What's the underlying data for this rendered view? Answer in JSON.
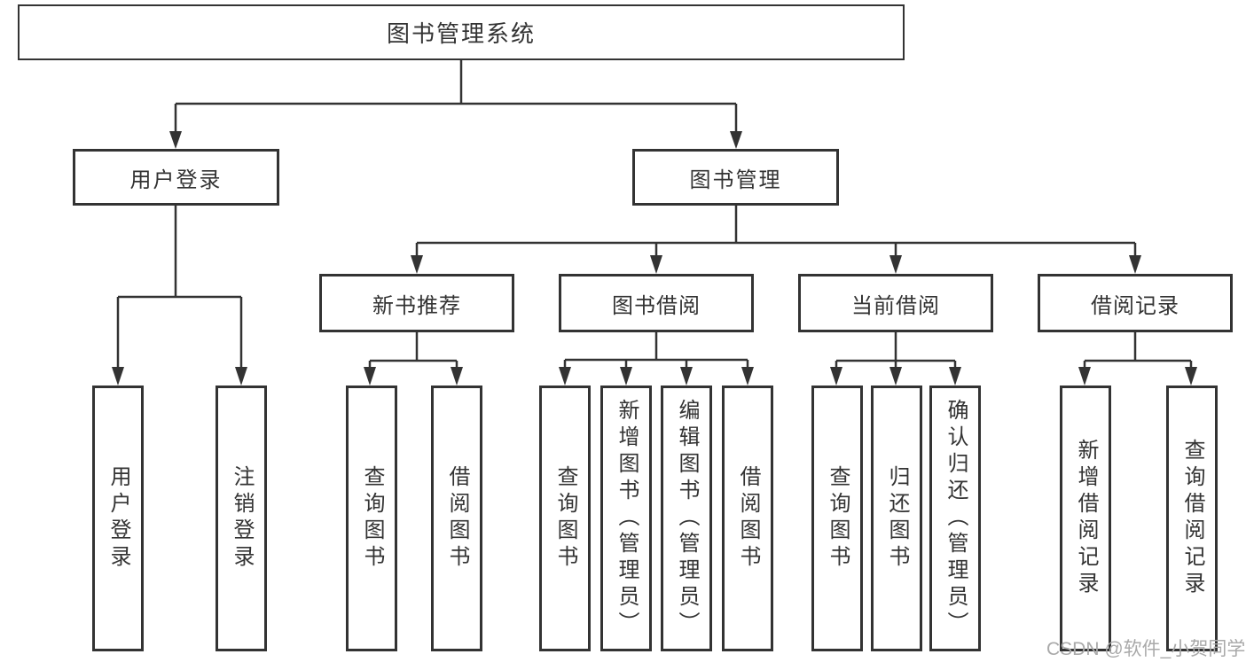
{
  "diagram": {
    "root": {
      "label": "图书管理系统"
    },
    "level2": [
      {
        "label": "用户登录"
      },
      {
        "label": "图书管理"
      }
    ],
    "level3": [
      {
        "label": "新书推荐"
      },
      {
        "label": "图书借阅"
      },
      {
        "label": "当前借阅"
      },
      {
        "label": "借阅记录"
      }
    ],
    "leaves": {
      "user_login": [
        "用户登录",
        "注销登录"
      ],
      "new_books": [
        "查询图书",
        "借阅图书"
      ],
      "book_borrow": [
        "查询图书",
        "新增图书（管理员）",
        "编辑图书（管理员）",
        "借阅图书"
      ],
      "current_borrow": [
        "查询图书",
        "归还图书",
        "确认归还（管理员）"
      ],
      "borrow_records": [
        "新增借阅记录",
        "查询借阅记录"
      ]
    },
    "colors": {
      "line": "#333333",
      "text": "#333333",
      "watermark": "#a9a9a9"
    }
  },
  "watermark": {
    "text": "CSDN @软件_小贺同学"
  }
}
